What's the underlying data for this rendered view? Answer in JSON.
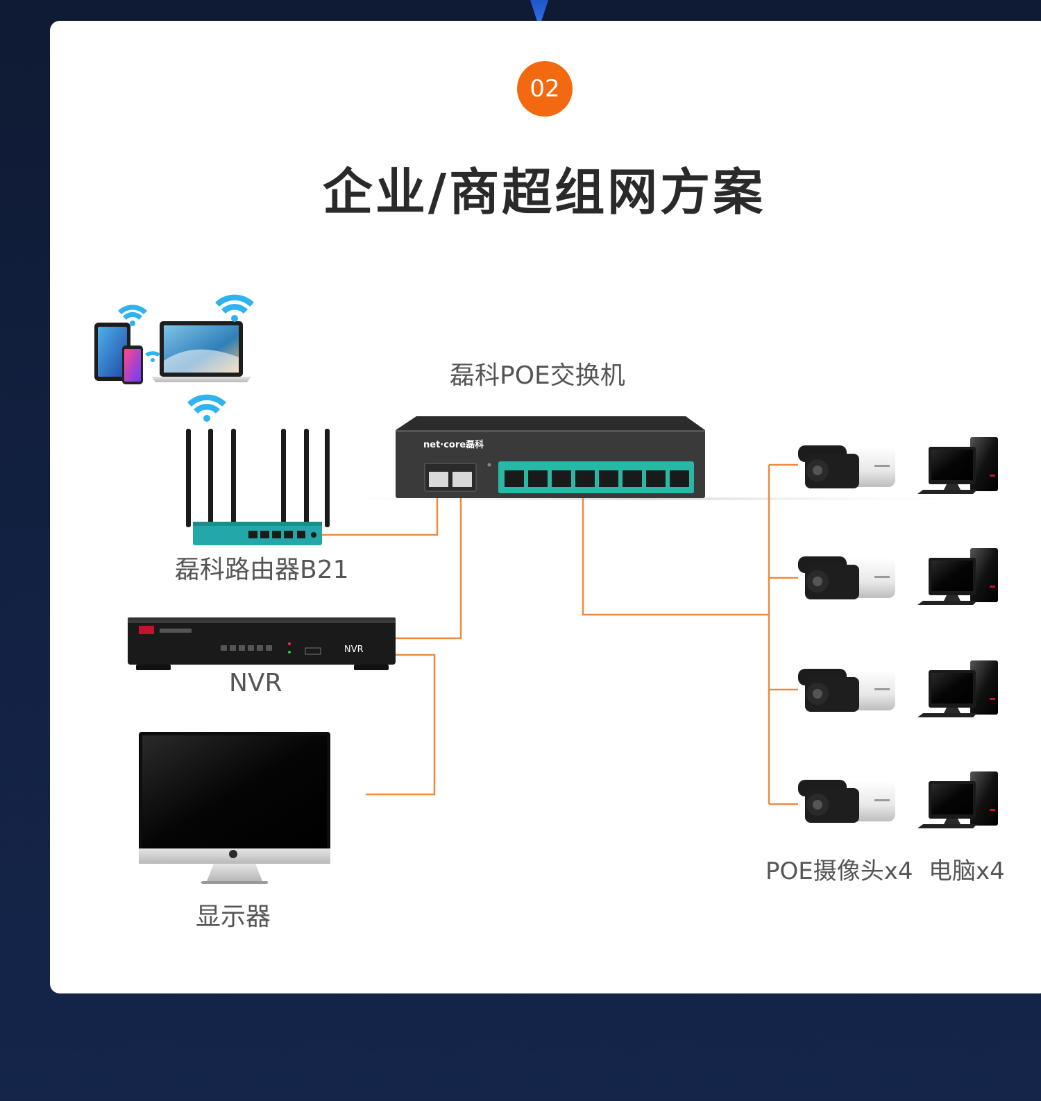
{
  "badge": "02",
  "title": "企业/商超组网方案",
  "labels": {
    "switch": "磊科POE交换机",
    "router": "磊科路由器B21",
    "nvr": "NVR",
    "monitor": "显示器",
    "cameras": "POE摄像头x4",
    "computers": "电脑x4"
  },
  "device_text": {
    "switch_brand": "net·core磊科",
    "nvr_tag": "NVR"
  },
  "colors": {
    "accent": "#f2690f",
    "line": "#f08a3a",
    "port_panel": "#29b8a6",
    "background": "#122042"
  },
  "icons": [
    "wifi-icon",
    "tablet-icon",
    "phone-icon",
    "laptop-icon",
    "router-icon",
    "switch-icon",
    "nvr-icon",
    "monitor-icon",
    "camera-icon",
    "computer-icon"
  ]
}
